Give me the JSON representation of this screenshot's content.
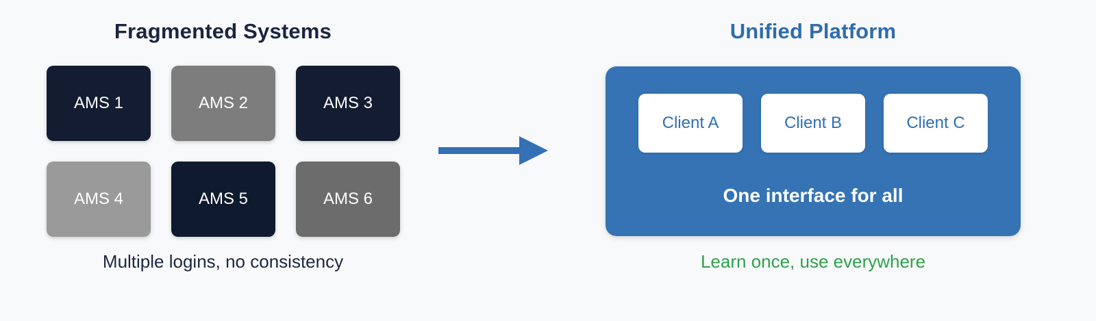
{
  "diagram": {
    "background": "#f8f9fa",
    "left": {
      "title": "Fragmented Systems",
      "title_color": "#1b2440",
      "systems": [
        {
          "label": "AMS 1",
          "color": "#131c31"
        },
        {
          "label": "AMS 2",
          "color": "#7d7d7d"
        },
        {
          "label": "AMS 3",
          "color": "#131c31"
        },
        {
          "label": "AMS 4",
          "color": "#9a9a9a"
        },
        {
          "label": "AMS 5",
          "color": "#101a2e"
        },
        {
          "label": "AMS 6",
          "color": "#6c6c6c"
        }
      ],
      "caption": "Multiple logins, no consistency",
      "caption_color": "#1e2740"
    },
    "arrow": {
      "name": "right-arrow",
      "color": "#3470b4"
    },
    "right": {
      "title": "Unified Platform",
      "title_color": "#2e6cad",
      "panel_color": "#3573b4",
      "clients": [
        {
          "label": "Client A"
        },
        {
          "label": "Client B"
        },
        {
          "label": "Client C"
        }
      ],
      "client_text_color": "#2f6fb3",
      "panel_text": "One interface for all",
      "panel_text_color": "#ffffff",
      "caption": "Learn once, use everywhere",
      "caption_color": "#2fa14c"
    }
  }
}
